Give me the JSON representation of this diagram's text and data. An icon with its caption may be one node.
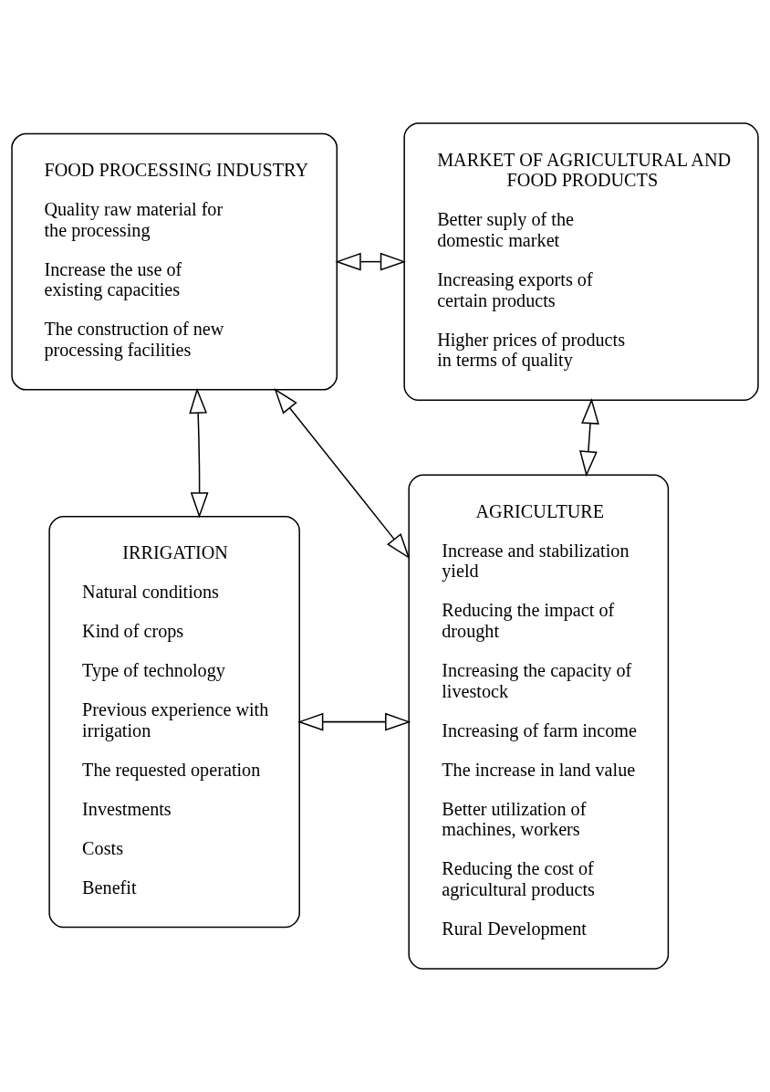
{
  "diagram": {
    "nodes": [
      {
        "text": [
          "FOOD PROCESSING INDUSTRY",
          "Quality raw material for the processing",
          "Increase the use of existing capacities",
          "The construction of new processing facilities"
        ]
      },
      {
        "text": [
          "MARKET OF AGRICULTURAL AND FOOD PRODUCTS",
          "Better suply of the domestic market",
          "Increasing exports of certain products",
          "Higher prices of products in terms of quality"
        ]
      },
      {
        "text": [
          "IRRIGATION",
          "Natural conditions",
          "Kind of crops",
          "Type of technology",
          "Previous experience with irrigation",
          "The requested operation",
          "Investments",
          "Costs",
          "Benefit"
        ]
      },
      {
        "text": [
          "AGRICULTURE",
          "Increase and stabilization yield",
          "Reducing the impact of drought",
          "Increasing the capacity of livestock",
          "Increasing of farm income",
          "The increase in land value",
          "Better utilization of machines, workers",
          "Reducing the cost of agricultural products",
          "Rural Development"
        ]
      }
    ],
    "edges": [
      {
        "from": 0,
        "to": 1,
        "arrow": "both"
      },
      {
        "from": 1,
        "to": 3,
        "arrow": "both"
      },
      {
        "from": 0,
        "to": 3,
        "arrow": "both"
      },
      {
        "from": 0,
        "to": 2,
        "arrow": "both"
      },
      {
        "from": 2,
        "to": 3,
        "arrow": "both"
      }
    ]
  }
}
